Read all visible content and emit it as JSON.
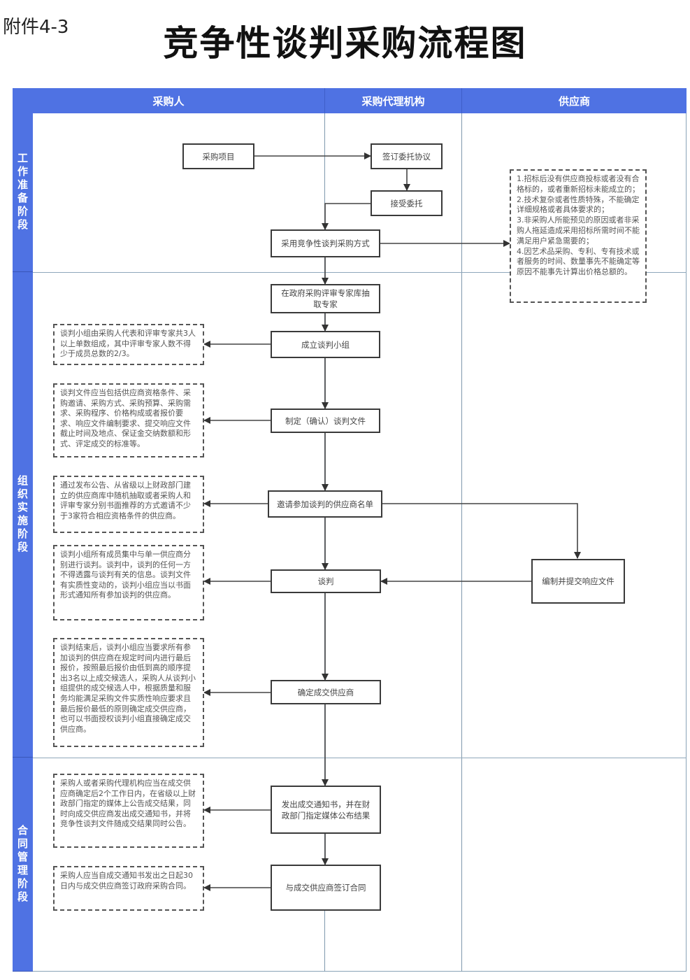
{
  "header": {
    "attachment_label": "附件4-3",
    "title": "竞争性谈判采购流程图"
  },
  "lanes": [
    {
      "label": "采购人"
    },
    {
      "label": "采购代理机构"
    },
    {
      "label": "供应商"
    }
  ],
  "phases": [
    {
      "label": "工作准备阶段"
    },
    {
      "label": "组织实施阶段"
    },
    {
      "label": "合同管理阶段"
    }
  ],
  "process_steps": {
    "procurement_project": "采购项目",
    "sign_agreement": "签订委托协议",
    "accept_entrustment": "接受委托",
    "adopt_method": "采用竞争性谈判采购方式",
    "draw_experts": "在政府采购评审专家库抽取专家",
    "form_group": "成立谈判小组",
    "prepare_documents": "制定（确认）谈判文件",
    "invite_suppliers": "邀请参加谈判的供应商名单",
    "negotiate": "谈判",
    "supplier_response": "编制并提交响应文件",
    "determine_supplier": "确定成交供应商",
    "issue_notice": "发出成交通知书，并在财政部门指定媒体公布结果",
    "sign_contract": "与成交供应商签订合同"
  },
  "notes": {
    "applicable_conditions": "1.招标后没有供应商投标或者没有合格标的，或者重新招标未能成立的；\n2.技术复杂或者性质特殊，不能确定详细规格或者具体要求的；\n3.非采购人所能预见的原因或者非采购人拖延造成采用招标所需时间不能满足用户紧急需要的；\n4.因艺术品采购、专利、专有技术或者服务的时间、数量事先不能确定等原因不能事先计算出价格总额的。",
    "group_composition": "谈判小组由采购人代表和评审专家共3人以上单数组成，其中评审专家人数不得少于成员总数的2/3。",
    "document_contents": "谈判文件应当包括供应商资格条件、采购邀请、采购方式、采购预算、采购需求、采购程序、价格构成或者报价要求、响应文件编制要求、提交响应文件截止时间及地点、保证金交纳数额和形式、评定成交的标准等。",
    "supplier_selection": "通过发布公告、从省级以上财政部门建立的供应商库中随机抽取或者采购人和评审专家分别书面推荐的方式邀请不少于3家符合相应资格条件的供应商。",
    "negotiation_rules": "谈判小组所有成员集中与单一供应商分别进行谈判。谈判中，谈判的任何一方不得透露与谈判有关的信息。谈判文件有实质性变动的，谈判小组应当以书面形式通知所有参加谈判的供应商。",
    "final_quotation": "谈判结束后，谈判小组应当要求所有参加谈判的供应商在规定时间内进行最后报价，按照最后报价由低到高的顺序提出3名以上成交候选人，采购人从谈判小组提供的成交候选人中，根据质量和服务均能满足采购文件实质性响应要求且最后报价最低的原则确定成交供应商，也可以书面授权谈判小组直接确定成交供应商。",
    "announcement": "采购人或者采购代理机构应当在成交供应商确定后2个工作日内，在省级以上财政部门指定的媒体上公告成交结果，同时向成交供应商发出成交通知书，并将竞争性谈判文件随成交结果同时公告。",
    "contract_deadline": "采购人应当自成交通知书发出之日起30日内与成交供应商签订政府采购合同。"
  },
  "colors": {
    "header_blue": "#4f72e3",
    "lane_line": "#7f98ad",
    "box_border": "#3a3a3a",
    "note_border": "#555555"
  }
}
